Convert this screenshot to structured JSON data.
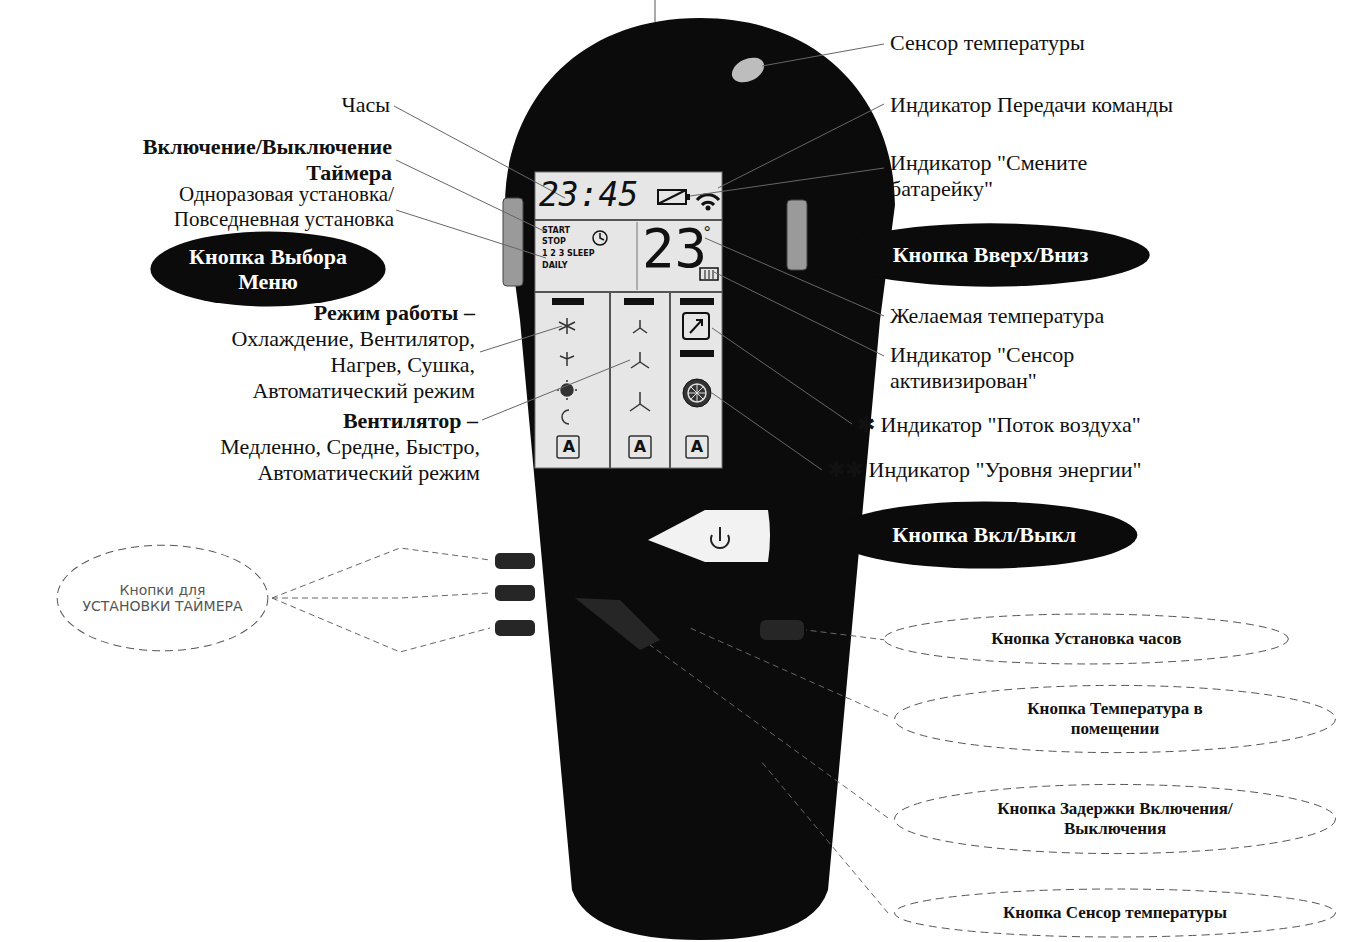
{
  "diagram": {
    "nodes": [
      {
        "text": [
          "Кнопка Выбора Меню"
        ]
      },
      {
        "text": [
          "Кнопка Вверх/Вниз"
        ]
      },
      {
        "text": [
          "Кнопка Вкл/Выкл"
        ]
      },
      {
        "text": [
          "Кнопки для УСТАНОВКИ ТАЙМЕРА"
        ]
      },
      {
        "text": [
          "Кнопка Установка часов"
        ]
      },
      {
        "text": [
          "Кнопка Температура в помещении"
        ]
      },
      {
        "text": [
          "Кнопка Задержки Включения/Выключения"
        ]
      },
      {
        "text": [
          "Кнопка Сенсор температуры"
        ]
      }
    ],
    "labels": [
      "Часы",
      "Включение/Выключение Таймера",
      "Одноразовая установка/ Повседневная установка",
      "Режим работы –",
      "Охлаждение, Вентилятор, Нагрев, Сушка, Автоматический режим",
      "Вентилятор –",
      "Медленно, Средне, Быстро, Автоматический режим",
      "Сенсор температуры",
      "Индикатор Передачи команды",
      "Индикатор \"Смените батарейку\"",
      "Желаемая температура",
      "Индикатор \"Сенсор активизирован\"",
      "✱ Индикатор \"Поток воздуха\"",
      "✱✱ Индикатор \"Уровня энергии\"",
      "23:45",
      "START",
      "STOP",
      "1 2 3",
      "SLEEP",
      "DAILY",
      "23",
      "°",
      "A",
      "A",
      "A"
    ]
  }
}
